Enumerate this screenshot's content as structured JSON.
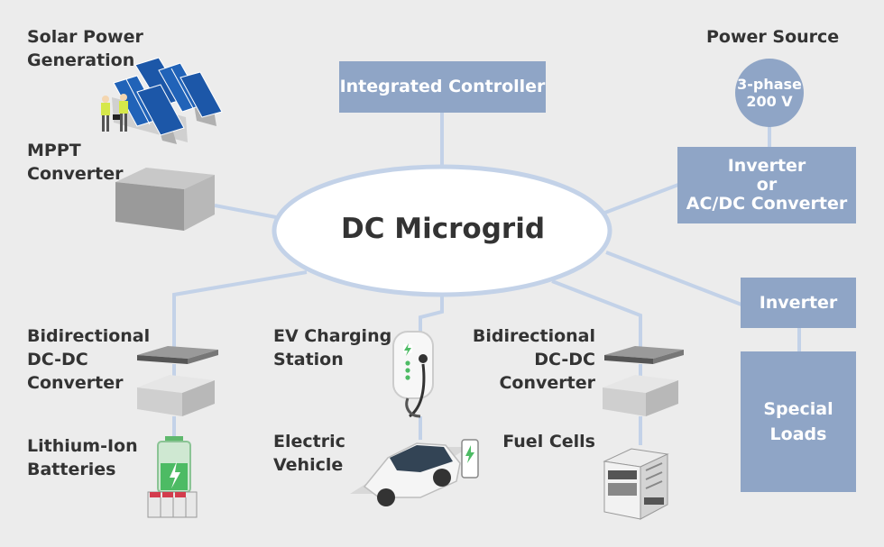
{
  "center": {
    "title": "DC Microgrid"
  },
  "solar": {
    "label_line1": "Solar Power",
    "label_line2": "Generation"
  },
  "mppt": {
    "label_line1": "MPPT",
    "label_line2": "Converter"
  },
  "controller": {
    "label": "Integrated Controller"
  },
  "power_source": {
    "label": "Power Source",
    "circle_line1": "3-phase",
    "circle_line2": "200 V"
  },
  "inverter_acdc": {
    "line1": "Inverter",
    "line2": "or",
    "line3": "AC/DC Converter"
  },
  "inverter": {
    "label": "Inverter"
  },
  "special_loads": {
    "line1": "Special",
    "line2": "Loads"
  },
  "battery_branch": {
    "converter_line1": "Bidirectional",
    "converter_line2": "DC-DC",
    "converter_line3": "Converter",
    "battery_line1": "Lithium-Ion",
    "battery_line2": "Batteries"
  },
  "ev_branch": {
    "station_line1": "EV Charging",
    "station_line2": "Station",
    "vehicle_line1": "Electric",
    "vehicle_line2": "Vehicle"
  },
  "fuel_branch": {
    "converter_line1": "Bidirectional",
    "converter_line2": "DC-DC",
    "converter_line3": "Converter",
    "fuel_label": "Fuel Cells"
  },
  "colors": {
    "background": "#ececec",
    "box": "#8fa5c6",
    "line": "#c3d2e8",
    "text": "#333333"
  }
}
